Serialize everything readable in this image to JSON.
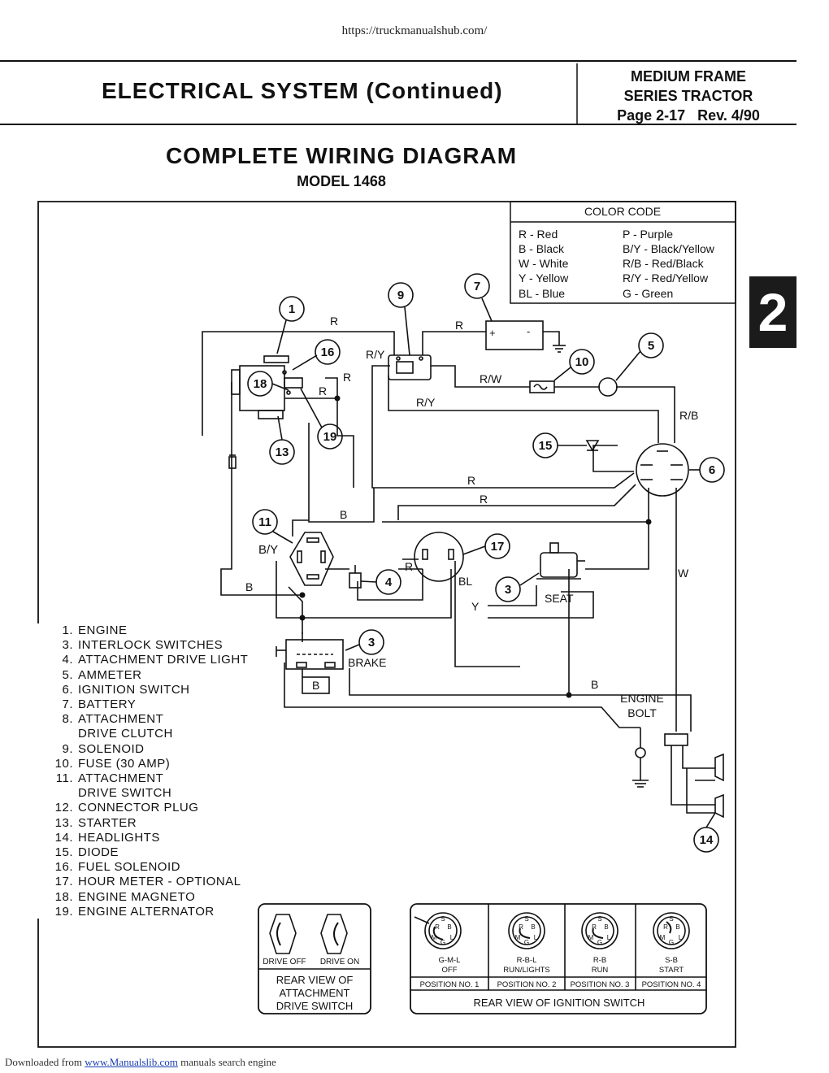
{
  "source_url": "https://truckmanualshub.com/",
  "header": {
    "title": "ELECTRICAL SYSTEM (Continued)",
    "series_line1": "MEDIUM FRAME",
    "series_line2": "SERIES TRACTOR",
    "page_label": "Page 2-17",
    "rev_label": "Rev. 4/90"
  },
  "diagram_title": "COMPLETE WIRING DIAGRAM",
  "model": "MODEL 1468",
  "section_tab": "2",
  "color_code": {
    "title": "COLOR CODE",
    "left": [
      "R  - Red",
      "B  - Black",
      "W  - White",
      "Y  - Yellow",
      "BL - Blue"
    ],
    "right": [
      "P   - Purple",
      "B/Y - Black/Yellow",
      "R/B - Red/Black",
      "R/Y - Red/Yellow",
      "G   - Green"
    ]
  },
  "callouts": [
    "1",
    "3",
    "3",
    "4",
    "5",
    "6",
    "7",
    "9",
    "10",
    "11",
    "13",
    "14",
    "15",
    "16",
    "17",
    "18",
    "19"
  ],
  "wire_labels": {
    "r": "R",
    "ry": "R/Y",
    "rw": "R/W",
    "rb": "R/B",
    "b": "B",
    "by": "B/Y",
    "w": "W",
    "y": "Y",
    "bl": "BL"
  },
  "component_labels": {
    "seat": "SEAT",
    "brake": "BRAKE",
    "engine_bolt_1": "ENGINE",
    "engine_bolt_2": "BOLT"
  },
  "legend": [
    {
      "num": "1.",
      "text": "ENGINE"
    },
    {
      "num": "3.",
      "text": "INTERLOCK SWITCHES"
    },
    {
      "num": "4.",
      "text": "ATTACHMENT DRIVE LIGHT"
    },
    {
      "num": "5.",
      "text": "AMMETER"
    },
    {
      "num": "6.",
      "text": "IGNITION SWITCH"
    },
    {
      "num": "7.",
      "text": "BATTERY"
    },
    {
      "num": "8.",
      "text": "ATTACHMENT",
      "cont": "DRIVE CLUTCH"
    },
    {
      "num": "9.",
      "text": "SOLENOID"
    },
    {
      "num": "10.",
      "text": "FUSE (30 AMP)"
    },
    {
      "num": "11.",
      "text": "ATTACHMENT",
      "cont": "DRIVE SWITCH"
    },
    {
      "num": "12.",
      "text": "CONNECTOR PLUG"
    },
    {
      "num": "13.",
      "text": "STARTER"
    },
    {
      "num": "14.",
      "text": "HEADLIGHTS"
    },
    {
      "num": "15.",
      "text": "DIODE"
    },
    {
      "num": "16.",
      "text": "FUEL SOLENOID"
    },
    {
      "num": "17.",
      "text": "HOUR METER - OPTIONAL"
    },
    {
      "num": "18.",
      "text": "ENGINE MAGNETO"
    },
    {
      "num": "19.",
      "text": "ENGINE ALTERNATOR"
    }
  ],
  "drive_switch_box": {
    "drive_off": "DRIVE OFF",
    "drive_on": "DRIVE ON",
    "caption_1": "REAR VIEW OF",
    "caption_2": "ATTACHMENT",
    "caption_3": "DRIVE SWITCH"
  },
  "ignition_box": {
    "positions": [
      {
        "code": "G-M-L",
        "state": "OFF",
        "position": "POSITION NO. 1"
      },
      {
        "code": "R-B-L",
        "state": "RUN/LIGHTS",
        "position": "POSITION NO. 2"
      },
      {
        "code": "R-B",
        "state": "RUN",
        "position": "POSITION NO. 3"
      },
      {
        "code": "S-B",
        "state": "START",
        "position": "POSITION NO. 4"
      }
    ],
    "caption": "REAR VIEW OF IGNITION SWITCH",
    "terminal_letters": {
      "s": "S",
      "r": "R",
      "b": "B",
      "m": "M",
      "l": "L",
      "g": "G"
    }
  },
  "footer": {
    "prefix": "Downloaded from",
    "link": "www.Manualslib.com",
    "suffix": "manuals search engine"
  }
}
